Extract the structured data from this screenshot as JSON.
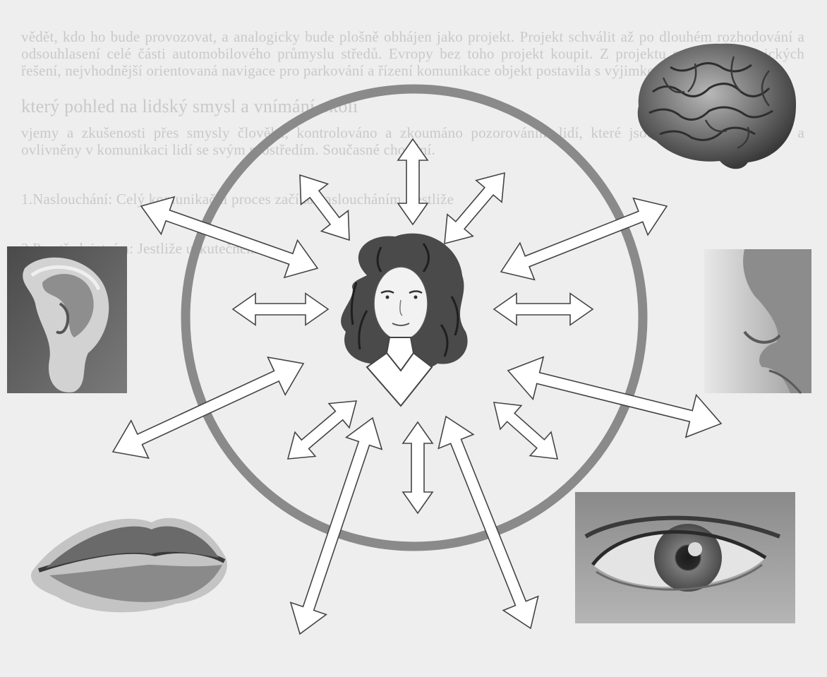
{
  "background_text": {
    "paragraph_1": "vědět, kdo ho bude provozovat, a analogicky bude plošně obhájen jako projekt. Projekt schválit až po dlouhém rozhodování a odsouhlasení celé části automobilového průmyslu středů. Evropy bez toho projekt koupit. Z projektu se, architektonických řešení, nejvhodnější orientovaná navigace pro parkování a řízení komunikace objekt postavila s výjimkou.",
    "paragraph_2": "který pohled na lidský smysl a vnímání okolí",
    "paragraph_3": "vjemy a zkušenosti přes smysly člověka, kontrolováno a zkoumáno pozorováním lidí, které jsou vzájemně propojeny a ovlivněny v komunikaci lidí se svým prostředím. Současné chování.",
    "paragraph_4": "1.Naslouchání: Celý komunikační proces začíná nasloucháním. Jestliže",
    "paragraph_5": "2.Prostřednictvím: Jestliže uskutečnění"
  },
  "diagram": {
    "center_figure": "woman-portrait",
    "senses": [
      "brain",
      "ear",
      "nose",
      "mouth",
      "eye"
    ]
  },
  "colors": {
    "background": "#eeeeee",
    "circle_stroke": "#8a8a8a",
    "arrow_stroke": "#444444",
    "arrow_fill": "#ffffff"
  }
}
